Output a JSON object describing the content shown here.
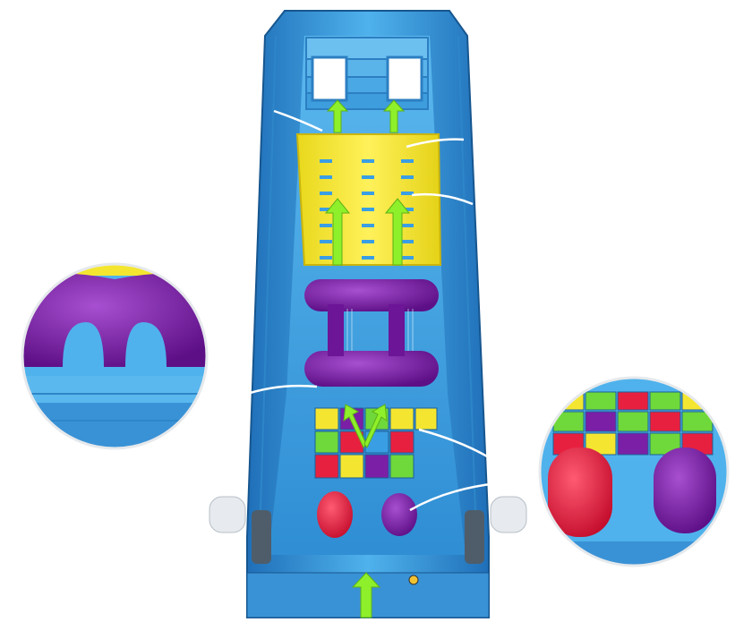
{
  "scene": {
    "subject": "inflatable-obstacle-course",
    "palette": {
      "inflatable_blue": "#3f9fe0",
      "inflatable_blue_dark": "#1f6fb8",
      "inflatable_blue_light": "#7cc4f2",
      "climb_wall_yellow": "#f4e630",
      "pillar_purple": "#7a1fa6",
      "pop_up_red": "#e8203f",
      "block_green": "#6fd83a",
      "arrow_green": "#8ef02a",
      "callout_white": "#ffffff"
    },
    "direction_arrows": 5,
    "callout_circles": 2
  }
}
